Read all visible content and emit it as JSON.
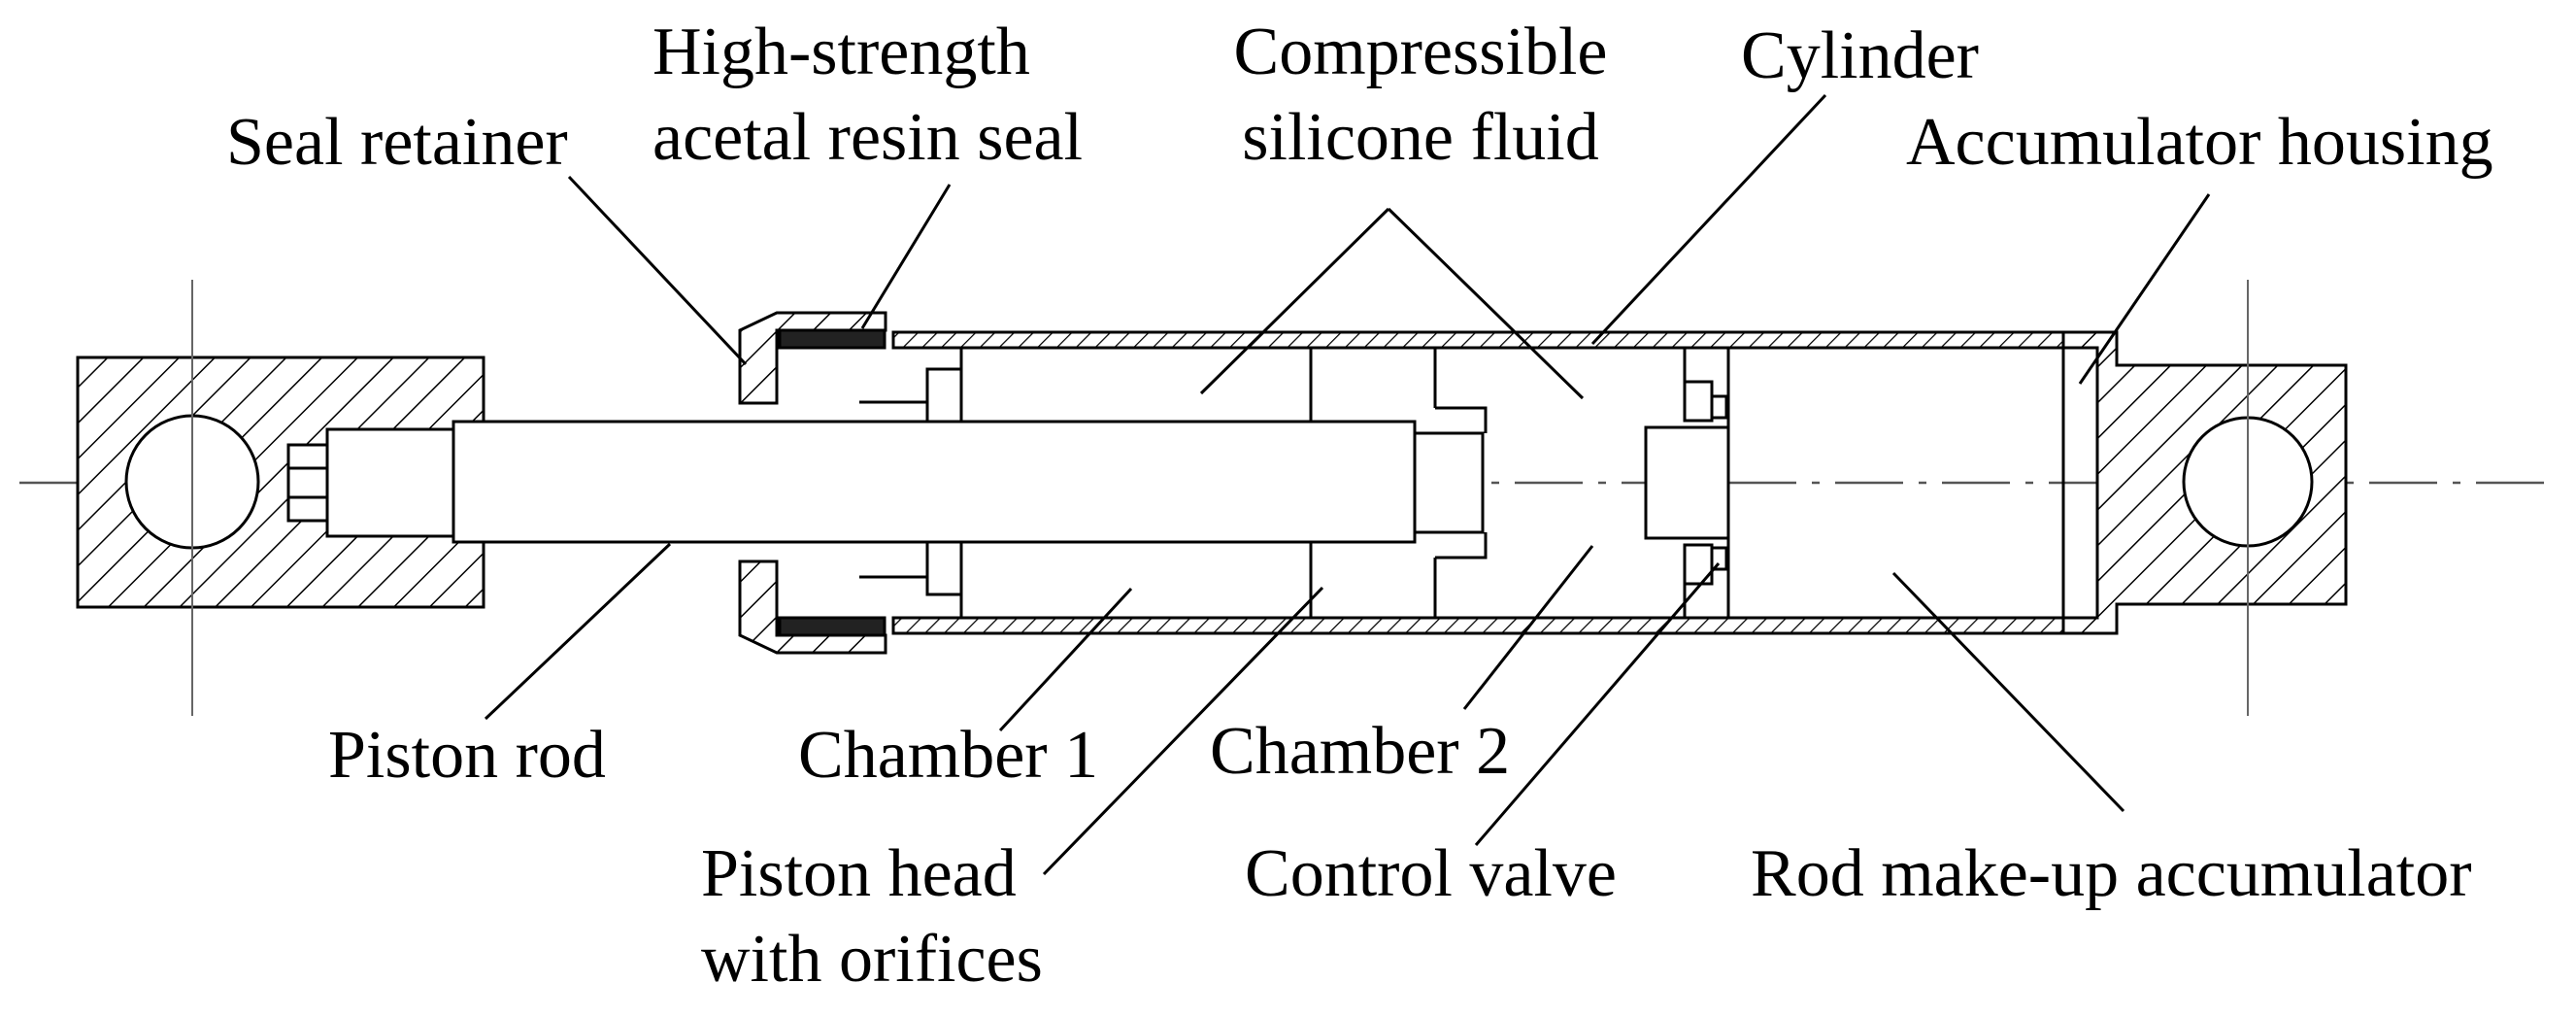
{
  "labels": {
    "seal_retainer": "Seal retainer",
    "high_strength_seal": [
      "High-strength",
      "acetal resin seal"
    ],
    "compressible_fluid": [
      "Compressible",
      "silicone fluid"
    ],
    "cylinder": "Cylinder",
    "accumulator_housing": "Accumulator housing",
    "piston_rod": "Piston rod",
    "chamber_1": "Chamber 1",
    "chamber_2": "Chamber 2",
    "piston_head": [
      "Piston head",
      "with orifices"
    ],
    "control_valve": "Control valve",
    "rod_makeup_accumulator": "Rod make-up accumulator"
  }
}
